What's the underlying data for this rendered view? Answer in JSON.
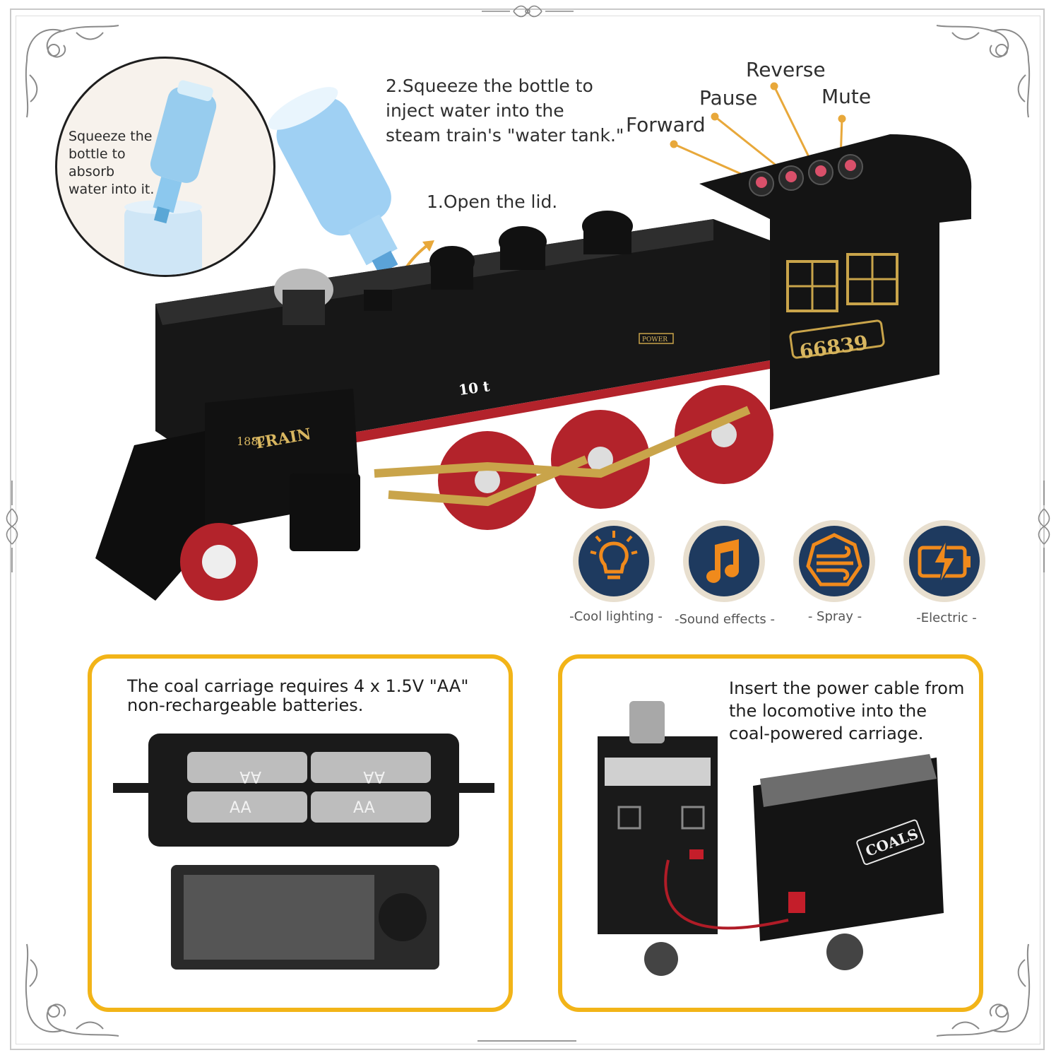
{
  "inset": {
    "text_lines": [
      "Squeeze the",
      "bottle to",
      "absorb",
      "water into it."
    ]
  },
  "steps": {
    "step2_lines": [
      "2.Squeeze the bottle to",
      "inject water into the",
      "steam train's \"water tank.\""
    ],
    "step1": "1.Open the lid."
  },
  "controls": {
    "reverse": "Reverse",
    "pause": "Pause",
    "mute": "Mute",
    "forward": "Forward"
  },
  "locomotive": {
    "number": "66839",
    "tonnage": "10 t",
    "badge_year": "1882",
    "badge_word": "TRAIN",
    "power_plate": "POWER"
  },
  "features": [
    {
      "label": "-Cool lighting -",
      "icon": "light-bulb-icon"
    },
    {
      "label": "-Sound effects -",
      "icon": "music-note-icon"
    },
    {
      "label": "- Spray -",
      "icon": "spray-icon"
    },
    {
      "label": "-Electric -",
      "icon": "battery-charge-icon"
    }
  ],
  "panel_left": {
    "text_lines": [
      "The coal carriage requires 4 x 1.5V \"AA\"",
      "non-rechargeable batteries."
    ],
    "battery_label": "AA"
  },
  "panel_right": {
    "text_lines": [
      "Insert the power cable from",
      "the locomotive into the",
      "coal-powered carriage."
    ],
    "tender_word": "COALS"
  },
  "colors": {
    "accent_yellow": "#f2b418",
    "icon_navy": "#1e3a5f",
    "icon_orange": "#f08a1c",
    "train_black": "#141414",
    "wheel_red": "#b3232b",
    "brass": "#c9a44a"
  }
}
